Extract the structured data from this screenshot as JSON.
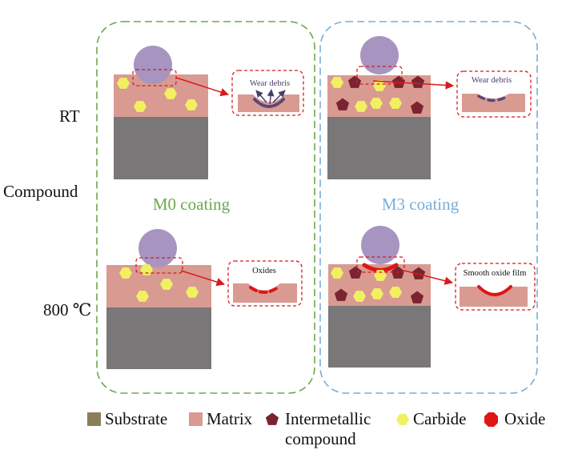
{
  "row_labels": {
    "rt": "RT",
    "compound": "Compound",
    "hot": "800 ℃"
  },
  "panels": {
    "m0": {
      "title": "M0 coating",
      "color": "#6aaa4a"
    },
    "m3": {
      "title": "M3 coating",
      "color": "#7aaed6"
    }
  },
  "zooms": {
    "m0_rt": "Wear debris",
    "m3_rt": "Wear debris",
    "m0_hot": "Oxides",
    "m3_hot": "Smooth oxide film"
  },
  "legend": {
    "substrate": "Substrate",
    "matrix": "Matrix",
    "intermetallic_line1": "Intermetallic",
    "intermetallic_line2": "compound",
    "carbide": "Carbide",
    "oxide": "Oxide"
  },
  "colors": {
    "substrate": "#7a7778",
    "substrate_legend": "#8b7f5a",
    "matrix": "#d99a92",
    "ball": "#a794c0",
    "carbide": "#f1f060",
    "intermetallic": "#7a2430",
    "oxide": "#e01515",
    "debris": "#5a4878",
    "accent": "#d81b1b"
  }
}
